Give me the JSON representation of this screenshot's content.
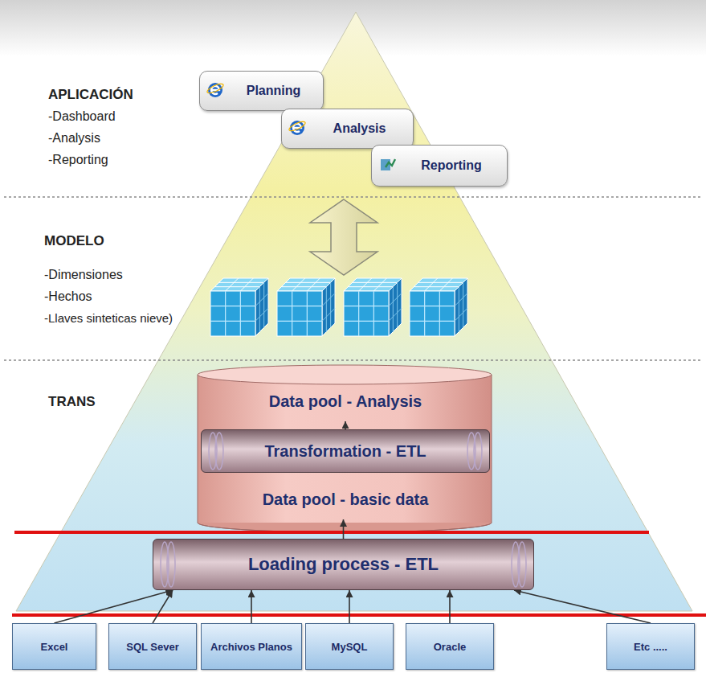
{
  "diagram": {
    "nodes": [
      {
        "text": [
          "Planning"
        ]
      },
      {
        "text": [
          "Analysis"
        ]
      },
      {
        "text": [
          "Reporting"
        ]
      },
      {
        "text": [
          "Data pool - Analysis"
        ]
      },
      {
        "text": [
          "Transformation - ETL"
        ]
      },
      {
        "text": [
          "Data pool - basic data"
        ]
      },
      {
        "text": [
          "Loading process - ETL"
        ]
      },
      {
        "text": [
          "Excel"
        ]
      },
      {
        "text": [
          "SQL Sever"
        ]
      },
      {
        "text": [
          "Archivos Planos"
        ]
      },
      {
        "text": [
          "MySQL"
        ]
      },
      {
        "text": [
          "Oracle"
        ]
      },
      {
        "text": [
          "Etc ....."
        ]
      }
    ],
    "edges": [
      {
        "from": 4,
        "to": 3,
        "arrow": "to"
      },
      {
        "from": 6,
        "to": 5,
        "arrow": "to"
      },
      {
        "from": 7,
        "to": 6,
        "arrow": "to"
      },
      {
        "from": 8,
        "to": 6,
        "arrow": "to"
      },
      {
        "from": 9,
        "to": 6,
        "arrow": "to"
      },
      {
        "from": 10,
        "to": 6,
        "arrow": "to"
      },
      {
        "from": 11,
        "to": 6,
        "arrow": "to"
      },
      {
        "from": 12,
        "to": 6,
        "arrow": "to"
      }
    ],
    "labels": [
      "APLICACIÓN",
      "-Dashboard",
      "-Analysis",
      "-Reporting",
      "MODELO",
      "-Dimensiones",
      "-Hechos",
      "-Llaves sinteticas nieve)",
      "TRANS"
    ]
  }
}
